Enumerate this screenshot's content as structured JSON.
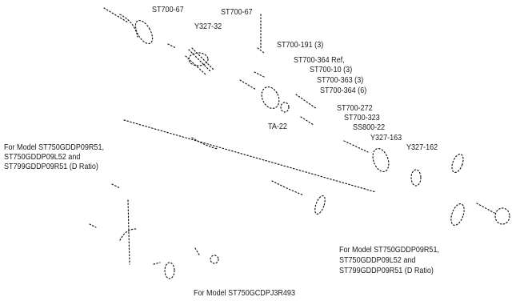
{
  "colors": {
    "ink": "#1a1a1a",
    "background": "#ffffff"
  },
  "callouts": {
    "st700_67_a": "ST700-67",
    "st700_67_b": "ST700-67",
    "y327_32": "Y327-32",
    "st700_191": "ST700-191 (3)",
    "st700_364_ref": "ST700-364 Ref,",
    "st700_10": "ST700-10 (3)",
    "st700_363": "ST700-363 (3)",
    "st700_364": "ST700-364 (6)",
    "st700_272": "ST700-272",
    "st700_323": "ST700-323",
    "ss800_22": "SS800-22",
    "y327_163": "Y327-163",
    "y327_162": "Y327-162",
    "ta_22": "TA-22"
  },
  "model_notes": {
    "left": [
      "For Model ST750GDDP09R51,",
      "ST750GDDP09L52 and",
      "ST799GDDP09R51 (D Ratio)"
    ],
    "right": [
      "For Model ST750GDDP09R51,",
      "ST750GDDP09L52 and",
      "ST799GDDP09R51 (D Ratio)"
    ],
    "bottom": "For Model ST750GCDPJ3R493"
  }
}
